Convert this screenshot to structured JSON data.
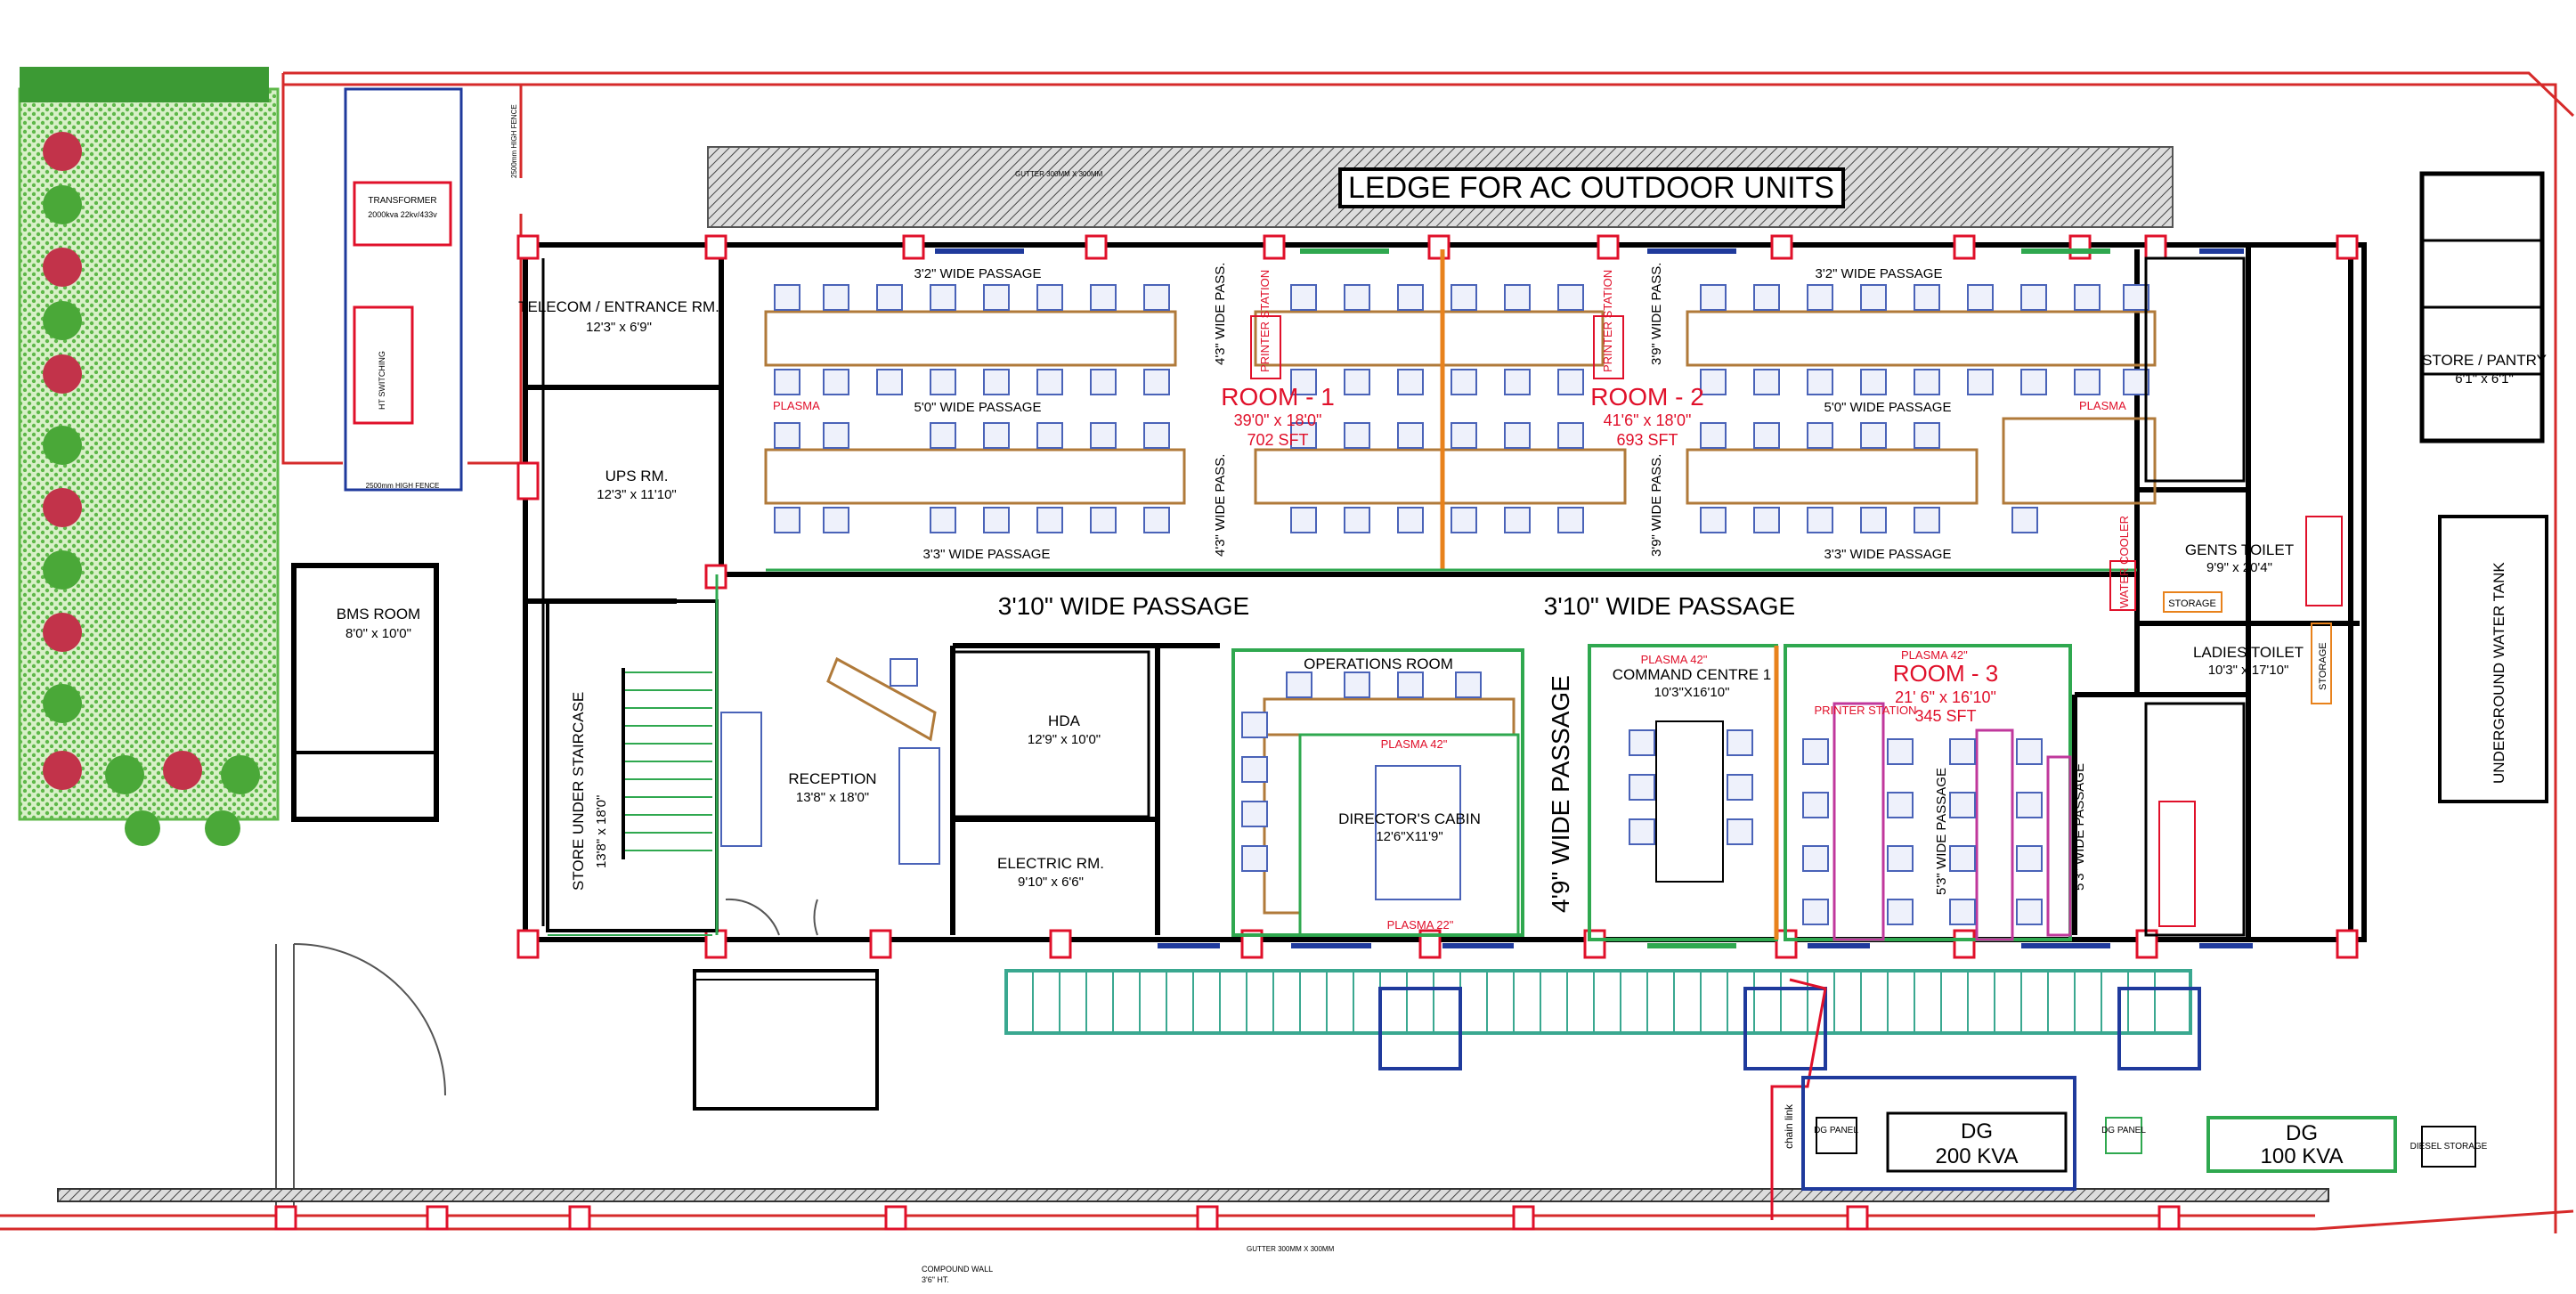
{
  "ledge_label": "LEDGE FOR AC OUTDOOR UNITS",
  "gutter_top": "GUTTER 300MM X 300MM",
  "gutter_bottom": "GUTTER 300MM X 300MM",
  "compound_wall": "COMPOUND WALL",
  "compound_wall_size": "3'6\" HT.",
  "high_fence_1": "2500mm HIGH FENCE",
  "high_fence_2": "2500mm HIGH FENCE",
  "transformer": "TRANSFORMER",
  "transformer_spec": "2000kva 22kv/433v",
  "ht_switching": "HT SWITCHING",
  "rooms": {
    "telecom": {
      "name": "TELECOM / ENTRANCE RM.",
      "size": "12'3\" x 6'9\""
    },
    "ups": {
      "name": "UPS RM.",
      "size": "12'3\" x 11'10\""
    },
    "bms": {
      "name": "BMS ROOM",
      "size": "8'0\" x 10'0\""
    },
    "store_staircase": {
      "name": "STORE UNDER STAIRCASE",
      "size": "13'8\" x 18'0\""
    },
    "reception": {
      "name": "RECEPTION",
      "size": "13'8\" x 18'0\""
    },
    "hda": {
      "name": "HDA",
      "size": "12'9\" x 10'0\""
    },
    "electric": {
      "name": "ELECTRIC RM.",
      "size": "9'10\" x 6'6\""
    },
    "operations": {
      "name": "OPERATIONS ROOM"
    },
    "directors": {
      "name": "DIRECTOR'S CABIN",
      "size": "12'6\"X11'9\""
    },
    "command": {
      "name": "COMMAND CENTRE 1",
      "size": "10'3\"X16'10\""
    },
    "room1": {
      "name": "ROOM - 1",
      "size": "39'0\" x 18'0\"",
      "area": "702 SFT"
    },
    "room2": {
      "name": "ROOM - 2",
      "size": "41'6\" x 18'0\"",
      "area": "693 SFT"
    },
    "room3": {
      "name": "ROOM - 3",
      "size": "21' 6\" x 16'10\"",
      "area": "345 SFT"
    },
    "gents": {
      "name": "GENTS TOILET",
      "size": "9'9\" x 20'4\""
    },
    "ladies": {
      "name": "LADIES TOILET",
      "size": "10'3\" x 17'10\""
    },
    "store_pantry": {
      "name": "STORE / PANTRY",
      "size": "6'1\" x 6'1\""
    },
    "water_tank": {
      "name": "UNDERGROUND WATER TANK"
    }
  },
  "passages": {
    "p32_left": "3'2\" WIDE PASSAGE",
    "p32_right": "3'2\" WIDE PASSAGE",
    "p50_left": "5'0\" WIDE PASSAGE",
    "p50_right": "5'0\" WIDE PASSAGE",
    "p33_left": "3'3\" WIDE PASSAGE",
    "p33_right": "3'3\" WIDE PASSAGE",
    "v43_top": "4'3\" WIDE PASS.",
    "v43_bot": "4'3\" WIDE PASS.",
    "v39_top": "3'9\" WIDE PASS.",
    "v39_bot": "3'9\" WIDE PASS.",
    "big_left": "3'10\" WIDE PASSAGE",
    "big_right": "3'10\" WIDE PASSAGE",
    "vertical_49": "4'9\" WIDE PASSAGE",
    "r3_a": "5'3\" WIDE PASSAGE",
    "r3_b": "5'3\" WIDE PASSAGE"
  },
  "equipment": {
    "printer": "PRINTER STATION",
    "plasma": "PLASMA",
    "plasma42": "PLASMA 42\"",
    "plasma22": "PLASMA 22\"",
    "water_cooler": "WATER COOLER",
    "storage": "STORAGE",
    "chain_link": "chain link",
    "dg_panel": "DG PANEL",
    "dg200_a": "DG",
    "dg200_b": "200 KVA",
    "dg100_a": "DG",
    "dg100_b": "100 KVA",
    "diesel": "DIESEL STORAGE"
  },
  "colors": {
    "wall": "#000000",
    "column": "#e0102a",
    "partition_green": "#2fa84f",
    "partition_orange": "#e8821c",
    "door_blue": "#1f3a9c",
    "workstation": "#b07a3a",
    "chair": "#4a63b8",
    "ramp": "#3aa890",
    "grass": "#5fb84a"
  }
}
